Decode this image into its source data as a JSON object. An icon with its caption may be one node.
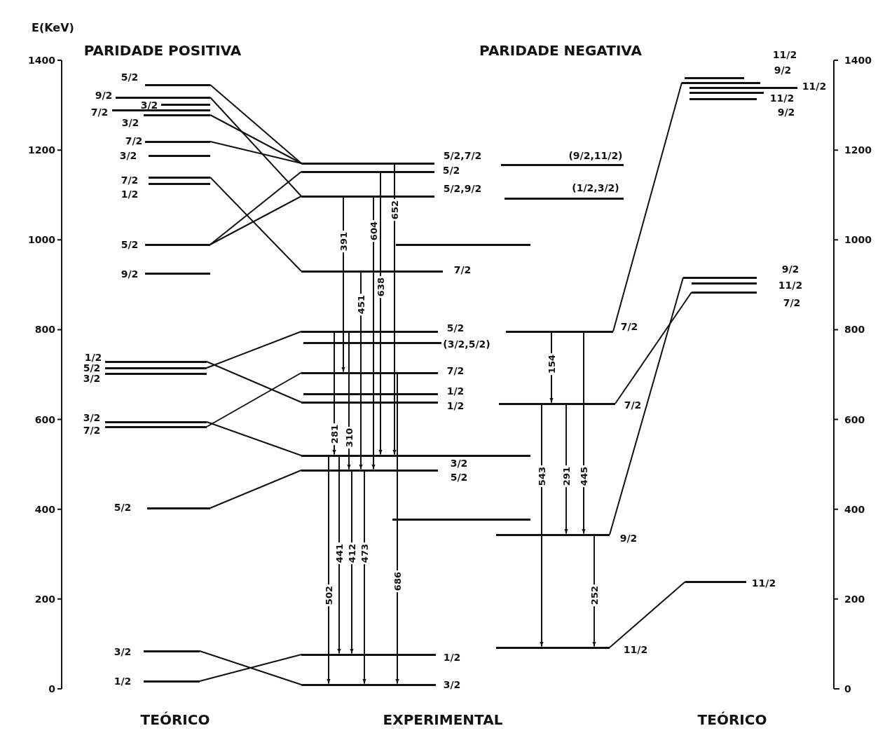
{
  "diagram": {
    "nodes": [
      {
        "text": [],
        "shape": "bar",
        "beside": [
          "5/2"
        ]
      },
      {
        "text": [],
        "shape": "bar",
        "beside": [
          "9/2"
        ]
      },
      {
        "text": [],
        "shape": "bar",
        "beside": [
          "3/2"
        ]
      },
      {
        "text": [],
        "shape": "bar",
        "beside": [
          "7/2"
        ]
      },
      {
        "text": [],
        "shape": "bar",
        "beside": [
          "3/2"
        ]
      },
      {
        "text": [],
        "shape": "bar",
        "beside": [
          "7/2"
        ]
      },
      {
        "text": [],
        "shape": "bar",
        "beside": [
          "3/2"
        ]
      },
      {
        "text": [],
        "shape": "bar",
        "beside": [
          "7/2"
        ]
      },
      {
        "text": [],
        "shape": "bar",
        "beside": [
          "1/2"
        ]
      },
      {
        "text": [],
        "shape": "bar",
        "beside": [
          "5/2"
        ]
      },
      {
        "text": [],
        "shape": "bar",
        "beside": [
          "9/2"
        ]
      },
      {
        "text": [],
        "shape": "bar",
        "beside": [
          "1/2"
        ]
      },
      {
        "text": [],
        "shape": "bar",
        "beside": [
          "5/2"
        ]
      },
      {
        "text": [],
        "shape": "bar",
        "beside": [
          "3/2"
        ]
      },
      {
        "text": [],
        "shape": "bar",
        "beside": [
          "3/2"
        ]
      },
      {
        "text": [],
        "shape": "bar",
        "beside": [
          "7/2"
        ]
      },
      {
        "text": [],
        "shape": "bar",
        "beside": [
          "5/2"
        ]
      },
      {
        "text": [],
        "shape": "bar",
        "beside": [
          "3/2"
        ]
      },
      {
        "text": [],
        "shape": "bar",
        "beside": [
          "1/2"
        ]
      },
      {
        "text": [],
        "shape": "bar",
        "beside": [
          "5/2,7/2"
        ]
      },
      {
        "text": [],
        "shape": "bar",
        "beside": [
          "5/2"
        ]
      },
      {
        "text": [],
        "shape": "bar",
        "beside": [
          "5/2,9/2"
        ]
      },
      {
        "text": [],
        "shape": "bar"
      },
      {
        "text": [],
        "shape": "bar",
        "beside": [
          "7/2"
        ]
      },
      {
        "text": [],
        "shape": "bar",
        "beside": [
          "5/2"
        ]
      },
      {
        "text": [],
        "shape": "bar",
        "beside": [
          "(3/2,5/2)"
        ]
      },
      {
        "text": [],
        "shape": "bar",
        "beside": [
          "7/2"
        ]
      },
      {
        "text": [],
        "shape": "bar",
        "beside": [
          "1/2"
        ]
      },
      {
        "text": [],
        "shape": "bar",
        "beside": [
          "1/2"
        ]
      },
      {
        "text": [],
        "shape": "bar",
        "beside": [
          "3/2"
        ]
      },
      {
        "text": [],
        "shape": "bar",
        "beside": [
          "5/2"
        ]
      },
      {
        "text": [],
        "shape": "bar"
      },
      {
        "text": [],
        "shape": "bar",
        "beside": [
          "1/2"
        ]
      },
      {
        "text": [],
        "shape": "bar",
        "beside": [
          "3/2"
        ]
      },
      {
        "text": [],
        "shape": "bar",
        "beside": [
          "(9/2,11/2)"
        ]
      },
      {
        "text": [],
        "shape": "bar",
        "beside": [
          "(1/2,3/2)"
        ]
      },
      {
        "text": [],
        "shape": "bar",
        "beside": [
          "7/2"
        ]
      },
      {
        "text": [],
        "shape": "bar",
        "beside": [
          "7/2"
        ]
      },
      {
        "text": [],
        "shape": "bar",
        "beside": [
          "9/2"
        ]
      },
      {
        "text": [],
        "shape": "bar",
        "beside": [
          "11/2"
        ]
      },
      {
        "text": [],
        "shape": "bar",
        "beside": [
          "11/2"
        ]
      },
      {
        "text": [],
        "shape": "bar",
        "beside": [
          "9/2"
        ]
      },
      {
        "text": [],
        "shape": "bar",
        "beside": [
          "11/2"
        ]
      },
      {
        "text": [],
        "shape": "bar",
        "beside": [
          "11/2"
        ]
      },
      {
        "text": [],
        "shape": "bar",
        "beside": [
          "9/2"
        ]
      },
      {
        "text": [],
        "shape": "bar",
        "beside": [
          "9/2"
        ]
      },
      {
        "text": [],
        "shape": "bar",
        "beside": [
          "11/2"
        ]
      },
      {
        "text": [],
        "shape": "bar",
        "beside": [
          "7/2"
        ]
      },
      {
        "text": [],
        "shape": "bar",
        "beside": [
          "11/2"
        ]
      }
    ],
    "edges": [
      {
        "from": 0,
        "to": 19,
        "arrow": "none"
      },
      {
        "from": 1,
        "to": 21,
        "arrow": "none"
      },
      {
        "from": 4,
        "to": 19,
        "arrow": "none"
      },
      {
        "from": 5,
        "to": 19,
        "arrow": "none"
      },
      {
        "from": 7,
        "to": 23,
        "arrow": "none"
      },
      {
        "from": 9,
        "to": 20,
        "arrow": "none"
      },
      {
        "from": 9,
        "to": 21,
        "arrow": "none"
      },
      {
        "from": 11,
        "to": 28,
        "arrow": "none"
      },
      {
        "from": 12,
        "to": 24,
        "arrow": "none"
      },
      {
        "from": 14,
        "to": 29,
        "arrow": "none"
      },
      {
        "from": 15,
        "to": 26,
        "arrow": "none"
      },
      {
        "from": 16,
        "to": 30,
        "arrow": "none"
      },
      {
        "from": 17,
        "to": 33,
        "arrow": "none"
      },
      {
        "from": 18,
        "to": 32,
        "arrow": "none"
      },
      {
        "from": 36,
        "to": 41,
        "arrow": "none"
      },
      {
        "from": 37,
        "to": 47,
        "arrow": "none"
      },
      {
        "from": 38,
        "to": 45,
        "arrow": "none"
      },
      {
        "from": 39,
        "to": 48,
        "arrow": "none"
      },
      {
        "from": 19,
        "to": 29,
        "arrow": "to",
        "label": "652"
      },
      {
        "from": 20,
        "to": 29,
        "arrow": "to",
        "label": "638"
      },
      {
        "from": 21,
        "to": 26,
        "arrow": "to",
        "label": "391"
      },
      {
        "from": 21,
        "to": 30,
        "arrow": "to",
        "label": "604"
      },
      {
        "from": 23,
        "to": 30,
        "arrow": "to",
        "label": "451"
      },
      {
        "from": 24,
        "to": 29,
        "arrow": "to",
        "label": "281"
      },
      {
        "from": 24,
        "to": 30,
        "arrow": "to",
        "label": "310"
      },
      {
        "from": 29,
        "to": 33,
        "arrow": "to",
        "label": "502"
      },
      {
        "from": 29,
        "to": 32,
        "arrow": "to",
        "label": "441"
      },
      {
        "from": 30,
        "to": 32,
        "arrow": "to",
        "label": "412"
      },
      {
        "from": 30,
        "to": 33,
        "arrow": "to",
        "label": "473"
      },
      {
        "from": 26,
        "to": 33,
        "arrow": "to",
        "label": "686"
      },
      {
        "from": 36,
        "to": 37,
        "arrow": "to",
        "label": "154"
      },
      {
        "from": 36,
        "to": 38,
        "arrow": "to",
        "label": "445"
      },
      {
        "from": 37,
        "to": 39,
        "arrow": "to",
        "label": "543"
      },
      {
        "from": 37,
        "to": 38,
        "arrow": "to",
        "label": "291"
      },
      {
        "from": 38,
        "to": 39,
        "arrow": "to",
        "label": "252"
      }
    ],
    "labels": [
      "E(KeV)",
      "PARIDADE POSITIVA",
      "PARIDADE NEGATIVA",
      "1400",
      "1200",
      "1000",
      "800",
      "600",
      "400",
      "200",
      "0",
      "1400",
      "1200",
      "1000",
      "800",
      "600",
      "400",
      "200",
      "0",
      "TEÓRICO",
      "EXPERIMENTAL",
      "TEÓRICO"
    ]
  }
}
